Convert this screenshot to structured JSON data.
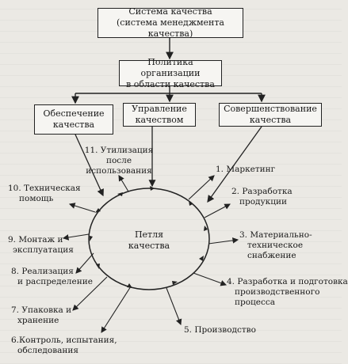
{
  "boxes": {
    "top": {
      "line1": "Система качества",
      "line2": "(система менеджмента качества)"
    },
    "policy": {
      "line1": "Политика организации",
      "line2": "в области качества"
    },
    "assurance": {
      "line1": "Обеспечение",
      "line2": "качества"
    },
    "management": {
      "line1": "Управление",
      "line2": "качеством"
    },
    "improvement": {
      "line1": "Совершенствование",
      "line2": "качества"
    }
  },
  "loop": {
    "line1": "Петля",
    "line2": "качества"
  },
  "stages": {
    "s1": {
      "line1": "1. Маркетинг"
    },
    "s2": {
      "line1": "2. Разработка",
      "line2": "продукции"
    },
    "s3": {
      "line1": "3. Материально-",
      "line2": "техническое",
      "line3": "снабжение"
    },
    "s4": {
      "line1": "4. Разработка и подготовка",
      "line2": "производственного",
      "line3": "процесса"
    },
    "s5": {
      "line1": "5. Производство"
    },
    "s6": {
      "line1": "6.Контроль, испытания,",
      "line2": "обследования"
    },
    "s7": {
      "line1": "7. Упаковка и",
      "line2": "хранение"
    },
    "s8": {
      "line1": "8. Реализация",
      "line2": "и распределение"
    },
    "s9": {
      "line1": "9. Монтаж и",
      "line2": "эксплуатация"
    },
    "s10": {
      "line1": "10. Техническая",
      "line2": "помощь"
    },
    "s11": {
      "line1": "11. Утилизация",
      "line2": "после",
      "line3": "использования"
    }
  }
}
